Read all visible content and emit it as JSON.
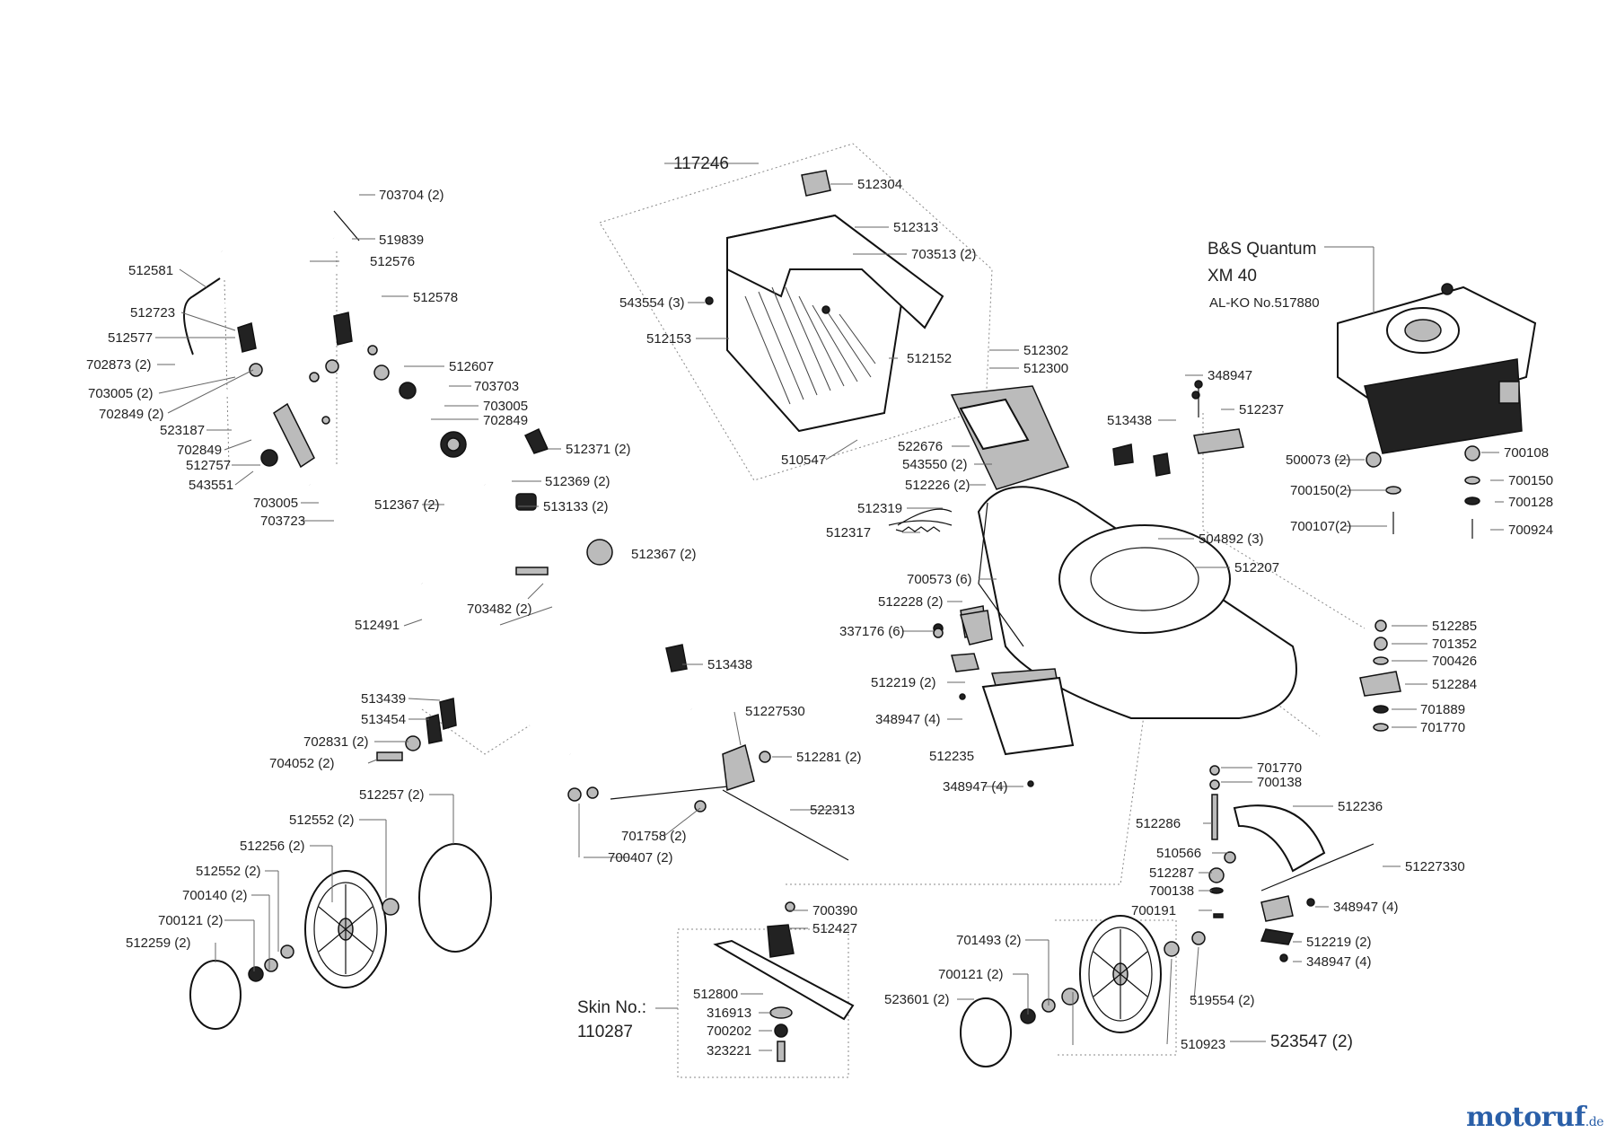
{
  "engine": {
    "name_line1": "B&S Quantum",
    "name_line2": "XM 40",
    "alko_no": "AL-KO No.517880"
  },
  "assemblies": {
    "grass_catcher": "117246",
    "skin_no_label": "Skin No.:",
    "skin_no": "110287",
    "wheel_set_rear": "523547 (2)"
  },
  "watermark": {
    "brand": "motoruf",
    "tld": ".de"
  },
  "labels": [
    "703704 (2)",
    "519839",
    "512581",
    "512576",
    "512578",
    "512723",
    "512577",
    "702873 (2)",
    "703005 (2)",
    "702849 (2)",
    "512607",
    "703703",
    "703005",
    "702849",
    "523187",
    "702849",
    "512757",
    "543551",
    "703005",
    "703723",
    "512371 (2)",
    "512369 (2)",
    "512367 (2)",
    "513133 (2)",
    "512304",
    "512313",
    "703513 (2)",
    "543554 (3)",
    "512153",
    "512152",
    "510547",
    "512302",
    "512300",
    "348947",
    "512237",
    "513438",
    "522676",
    "543550 (2)",
    "512226 (2)",
    "512319",
    "512317",
    "504892 (3)",
    "512207",
    "700573 (6)",
    "512228 (2)",
    "337176 (6)",
    "512219 (2)",
    "348947 (4)",
    "512235",
    "348947 (4)",
    "500073 (2)",
    "700108",
    "700150(2)",
    "700150",
    "700128",
    "700107(2)",
    "700924",
    "512285",
    "701352",
    "700426",
    "512284",
    "701889",
    "701770",
    "512367 (2)",
    "703482 (2)",
    "512491",
    "513438",
    "513439",
    "513454",
    "702831 (2)",
    "704052 (2)",
    "51227530",
    "512281 (2)",
    "522313",
    "701758 (2)",
    "700407 (2)",
    "512257 (2)",
    "512552 (2)",
    "512256 (2)",
    "512552 (2)",
    "700140 (2)",
    "700121 (2)",
    "512259 (2)",
    "701770",
    "700138",
    "512286",
    "512236",
    "510566",
    "512287",
    "700138",
    "51227330",
    "700191",
    "348947 (4)",
    "512219 (2)",
    "348947 (4)",
    "700390",
    "512427",
    "512800",
    "316913",
    "700202",
    "323221",
    "701493 (2)",
    "700121 (2)",
    "523601 (2)",
    "519554 (2)",
    "510923"
  ]
}
